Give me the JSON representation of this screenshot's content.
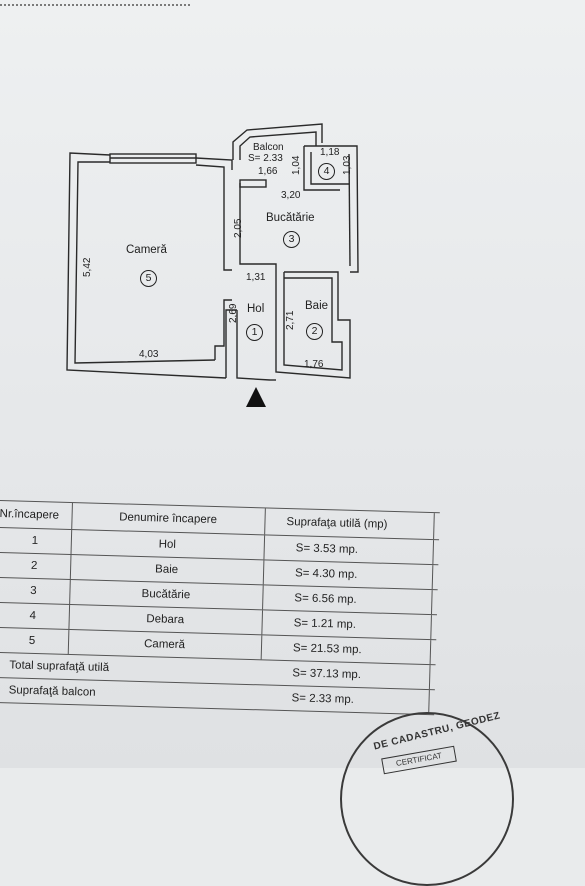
{
  "plan": {
    "rooms": [
      {
        "number": "1",
        "name": "Hol"
      },
      {
        "number": "2",
        "name": "Baie"
      },
      {
        "number": "3",
        "name": "Bucătărie"
      },
      {
        "number": "4",
        "name": ""
      },
      {
        "number": "5",
        "name": "Cameră"
      }
    ],
    "balcony": {
      "name": "Balcon",
      "area": "S= 2.33"
    },
    "dimensions": {
      "d_542": "5,42",
      "d_403": "4,03",
      "d_131": "1,31",
      "d_269": "2,69",
      "d_205": "2,05",
      "d_271": "2,71",
      "d_176": "1,76",
      "d_166": "1,66",
      "d_104": "1,04",
      "d_118": "1,18",
      "d_103": "1,03",
      "d_320": "3,20"
    }
  },
  "table": {
    "headers": [
      "Nr.încapere",
      "Denumire încapere",
      "Suprafaţa utilă (mp)"
    ],
    "rows": [
      {
        "nr": "1",
        "name": "Hol",
        "area": "S= 3.53 mp."
      },
      {
        "nr": "2",
        "name": "Baie",
        "area": "S= 4.30 mp."
      },
      {
        "nr": "3",
        "name": "Bucătărie",
        "area": "S= 6.56 mp."
      },
      {
        "nr": "4",
        "name": "Debara",
        "area": "S= 1.21 mp."
      },
      {
        "nr": "5",
        "name": "Cameră",
        "area": "S= 21.53 mp."
      }
    ],
    "total_label": "Total suprafaţă utilă",
    "total_value": "S= 37.13 mp.",
    "balcony_label": "Suprafaţă balcon",
    "balcony_value": "S= 2.33 mp."
  },
  "stamp": {
    "text": "DE CADASTRU, GEODEZ",
    "inner": "CERTIFICAT"
  }
}
